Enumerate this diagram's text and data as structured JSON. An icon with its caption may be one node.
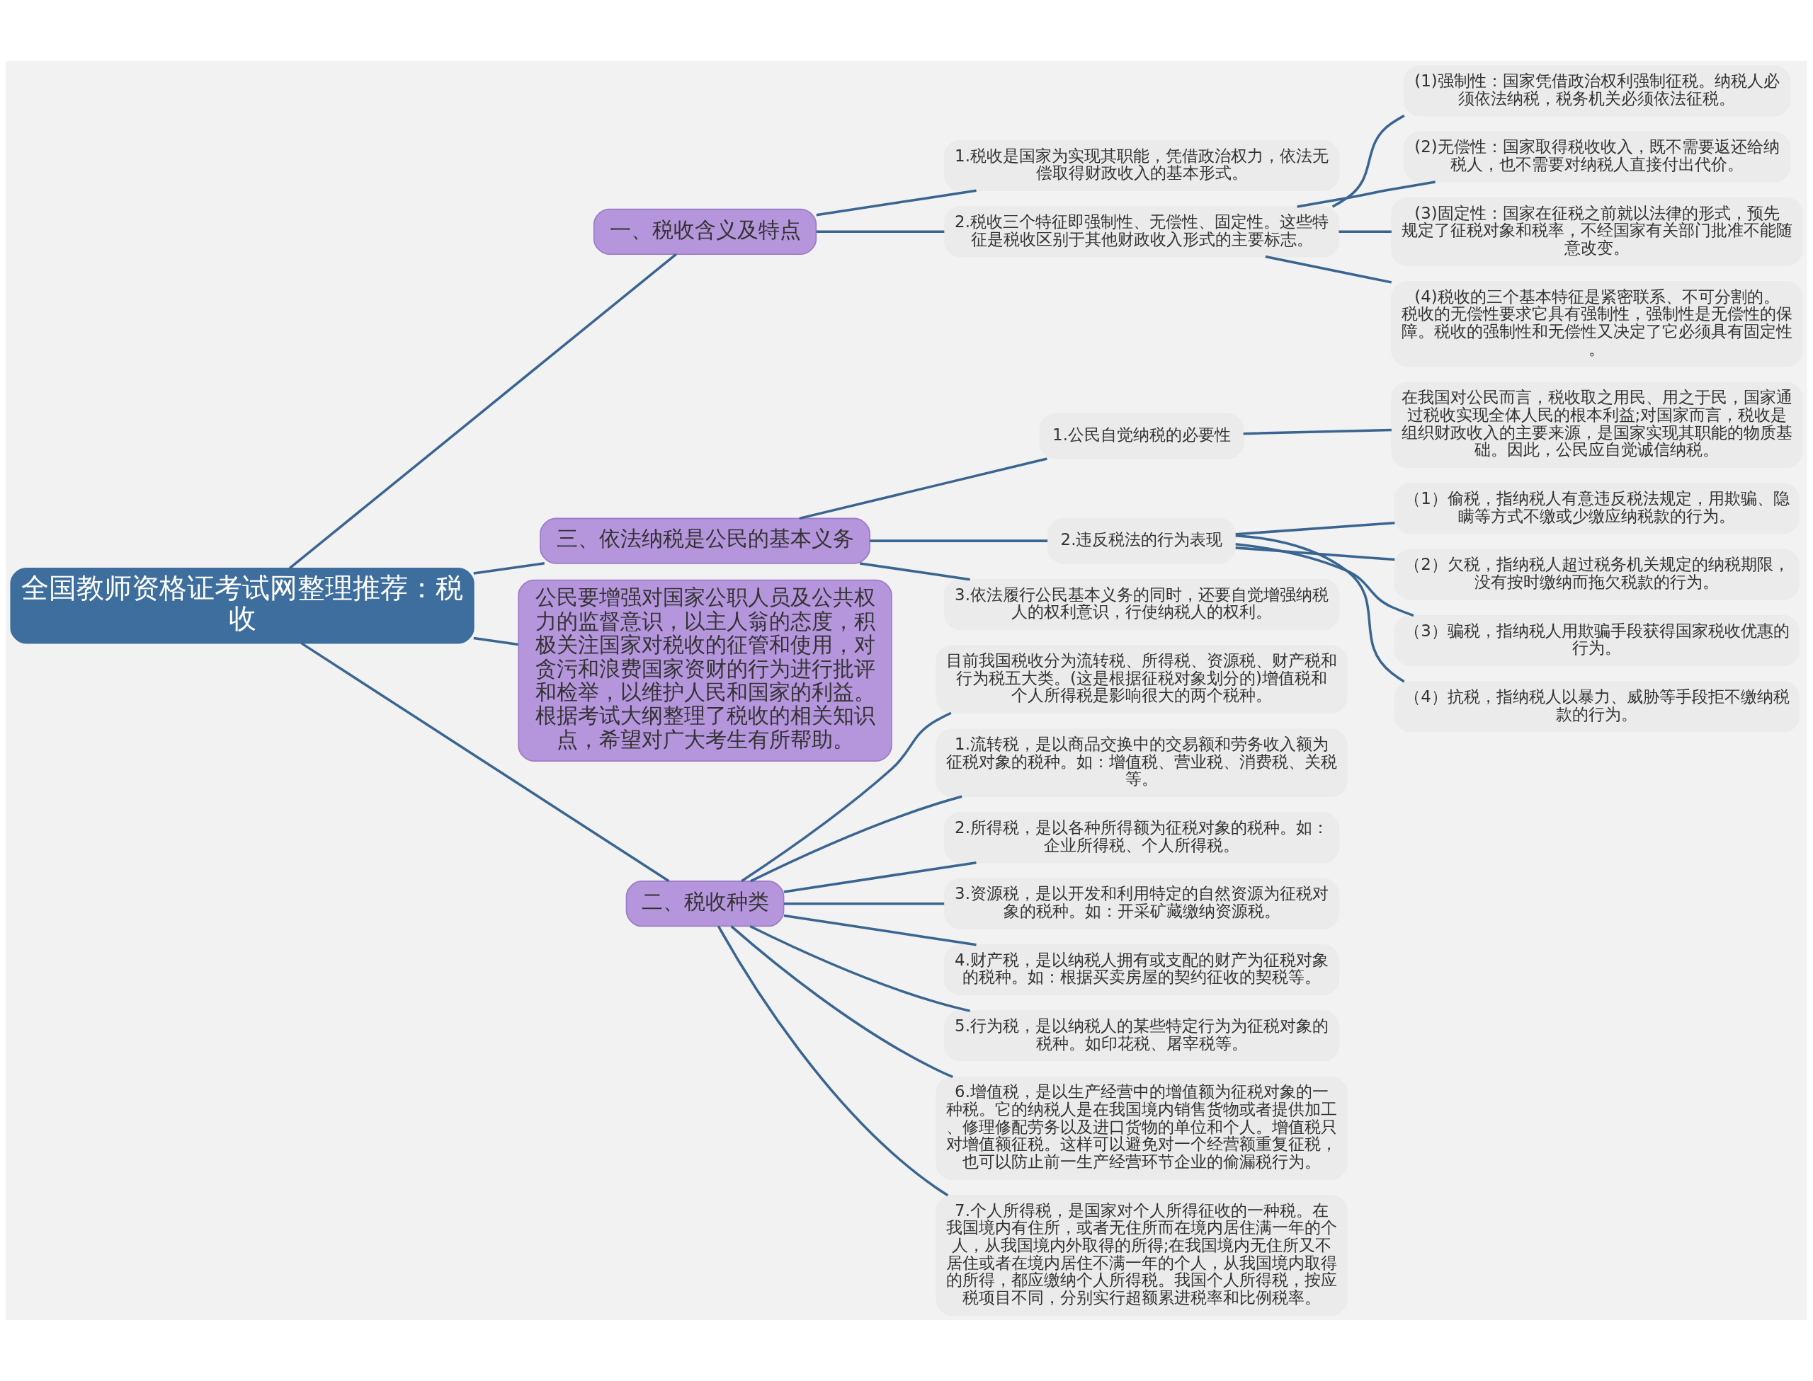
{
  "diagram": {
    "nodes": [
      {
        "text": [
          "全国教师资格证考试网整理推荐：税收"
        ]
      },
      {
        "text": [
          "一、税收含义及特点"
        ]
      },
      {
        "text": [
          "1.税收是国家为实现其职能，凭借政治权力，依法无偿取得财政收入的基本形式。"
        ]
      },
      {
        "text": [
          "2.税收三个特征即强制性、无偿性、固定性。这些特征是税收区别于其他财政收入形式的主要标志。"
        ]
      },
      {
        "text": [
          "(1)强制性：国家凭借政治权利强制征税。纳税人必须依法纳税，税务机关必须依法征税。"
        ]
      },
      {
        "text": [
          "(2)无偿性：国家取得税收收入，既不需要返还给纳税人，也不需要对纳税人直接付出代价。"
        ]
      },
      {
        "text": [
          "(3)固定性：国家在征税之前就以法律的形式，预先规定了征税对象和税率，不经国家有关部门批准不能随意改变。"
        ]
      },
      {
        "text": [
          "(4)税收的三个基本特征是紧密联系、不可分割的。税收的无偿性要求它具有强制性，强制性是无偿性的保障。税收的强制性和无偿性又决定了它必须具有固定性。"
        ]
      },
      {
        "text": [
          "三、依法纳税是公民的基本义务"
        ]
      },
      {
        "text": [
          "1.公民自觉纳税的必要性"
        ]
      },
      {
        "text": [
          "在我国对公民而言，税收取之用民、用之于民，国家通过税收实现全体人民的根本利益;对国家而言，税收是组织财政收入的主要来源，是国家实现其职能的物质基础。因此，公民应自觉诚信纳税。"
        ]
      },
      {
        "text": [
          "2.违反税法的行为表现"
        ]
      },
      {
        "text": [
          "（1）偷税，指纳税人有意违反税法规定，用欺骗、隐瞒等方式不缴或少缴应纳税款的行为。"
        ]
      },
      {
        "text": [
          "（2）欠税，指纳税人超过税务机关规定的纳税期限，没有按时缴纳而拖欠税款的行为。"
        ]
      },
      {
        "text": [
          "（3）骗税，指纳税人用欺骗手段获得国家税收优惠的行为。"
        ]
      },
      {
        "text": [
          "（4）抗税，指纳税人以暴力、威胁等手段拒不缴纳税款的行为。"
        ]
      },
      {
        "text": [
          "3.依法履行公民基本义务的同时，还要自觉增强纳税人的权利意识，行使纳税人的权利。"
        ]
      },
      {
        "text": [
          "公民要增强对国家公职人员及公共权力的监督意识，以主人翁的态度，积极关注国家对税收的征管和使用，对贪污和浪费国家资财的行为进行批评和检举，以维护人民和国家的利益。根据考试大纲整理了税收的相关知识点，希望对广大考生有所帮助。"
        ]
      },
      {
        "text": [
          "二、税收种类"
        ]
      },
      {
        "text": [
          "目前我国税收分为流转税、所得税、资源税、财产税和行为税五大类。(这是根据征税对象划分的)增值税和个人所得税是影响很大的两个税种。"
        ]
      },
      {
        "text": [
          "1.流转税，是以商品交换中的交易额和劳务收入额为征税对象的税种。如：增值税、营业税、消费税、关税等。"
        ]
      },
      {
        "text": [
          "2.所得税，是以各种所得额为征税对象的税种。如：企业所得税、个人所得税。"
        ]
      },
      {
        "text": [
          "3.资源税，是以开发和利用特定的自然资源为征税对象的税种。如：开采矿藏缴纳资源税。"
        ]
      },
      {
        "text": [
          "4.财产税，是以纳税人拥有或支配的财产为征税对象的税种。如：根据买卖房屋的契约征收的契税等。"
        ]
      },
      {
        "text": [
          "5.行为税，是以纳税人的某些特定行为为征税对象的税种。如印花税、屠宰税等。"
        ]
      },
      {
        "text": [
          "6.增值税，是以生产经营中的增值额为征税对象的一种税。它的纳税人是在我国境内销售货物或者提供加工、修理修配劳务以及进口货物的单位和个人。增值税只对增值额征税。这样可以避免对一个经营额重复征税，也可以防止前一生产经营环节企业的偷漏税行为。"
        ]
      },
      {
        "text": [
          "7.个人所得税，是国家对个人所得征收的一种税。在我国境内有住所，或者无住所而在境内居住满一年的个人，从我国境内外取得的所得;在我国境内无住所又不居住或者在境内居住不满一年的个人，从我国境内取得的所得，都应缴纳个人所得税。我国个人所得税，按应税项目不同，分别实行超额累进税率和比例税率。"
        ]
      }
    ],
    "edges": [
      {
        "from": 0,
        "to": 1,
        "arrow": "none"
      },
      {
        "from": 1,
        "to": 2,
        "arrow": "none"
      },
      {
        "from": 1,
        "to": 3,
        "arrow": "none"
      },
      {
        "from": 3,
        "to": 4,
        "arrow": "none"
      },
      {
        "from": 3,
        "to": 5,
        "arrow": "none"
      },
      {
        "from": 3,
        "to": 6,
        "arrow": "none"
      },
      {
        "from": 3,
        "to": 7,
        "arrow": "none"
      },
      {
        "from": 0,
        "to": 8,
        "arrow": "none"
      },
      {
        "from": 8,
        "to": 9,
        "arrow": "none"
      },
      {
        "from": 9,
        "to": 10,
        "arrow": "none"
      },
      {
        "from": 8,
        "to": 11,
        "arrow": "none"
      },
      {
        "from": 11,
        "to": 12,
        "arrow": "none"
      },
      {
        "from": 11,
        "to": 13,
        "arrow": "none"
      },
      {
        "from": 11,
        "to": 14,
        "arrow": "none"
      },
      {
        "from": 11,
        "to": 15,
        "arrow": "none"
      },
      {
        "from": 8,
        "to": 16,
        "arrow": "none"
      },
      {
        "from": 0,
        "to": 17,
        "arrow": "none"
      },
      {
        "from": 0,
        "to": 18,
        "arrow": "none"
      },
      {
        "from": 18,
        "to": 19,
        "arrow": "none"
      },
      {
        "from": 18,
        "to": 20,
        "arrow": "none"
      },
      {
        "from": 18,
        "to": 21,
        "arrow": "none"
      },
      {
        "from": 18,
        "to": 22,
        "arrow": "none"
      },
      {
        "from": 18,
        "to": 23,
        "arrow": "none"
      },
      {
        "from": 18,
        "to": 24,
        "arrow": "none"
      },
      {
        "from": 18,
        "to": 25,
        "arrow": "none"
      },
      {
        "from": 18,
        "to": 26,
        "arrow": "none"
      }
    ]
  }
}
